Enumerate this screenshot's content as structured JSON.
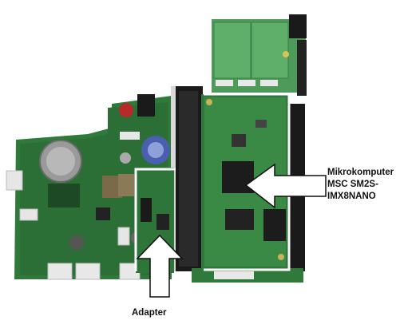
{
  "annotations": {
    "microcomputer_label": [
      "Mikrokomputer",
      "MSC SM2S-",
      "IMX8NANO"
    ],
    "adapter_label": "Adapter"
  },
  "colors": {
    "pcb_green": "#2f7a3a",
    "pcb_dark": "#1f5a2a",
    "connector_black": "#1a1a1a",
    "highlight_white": "#ffffff"
  }
}
